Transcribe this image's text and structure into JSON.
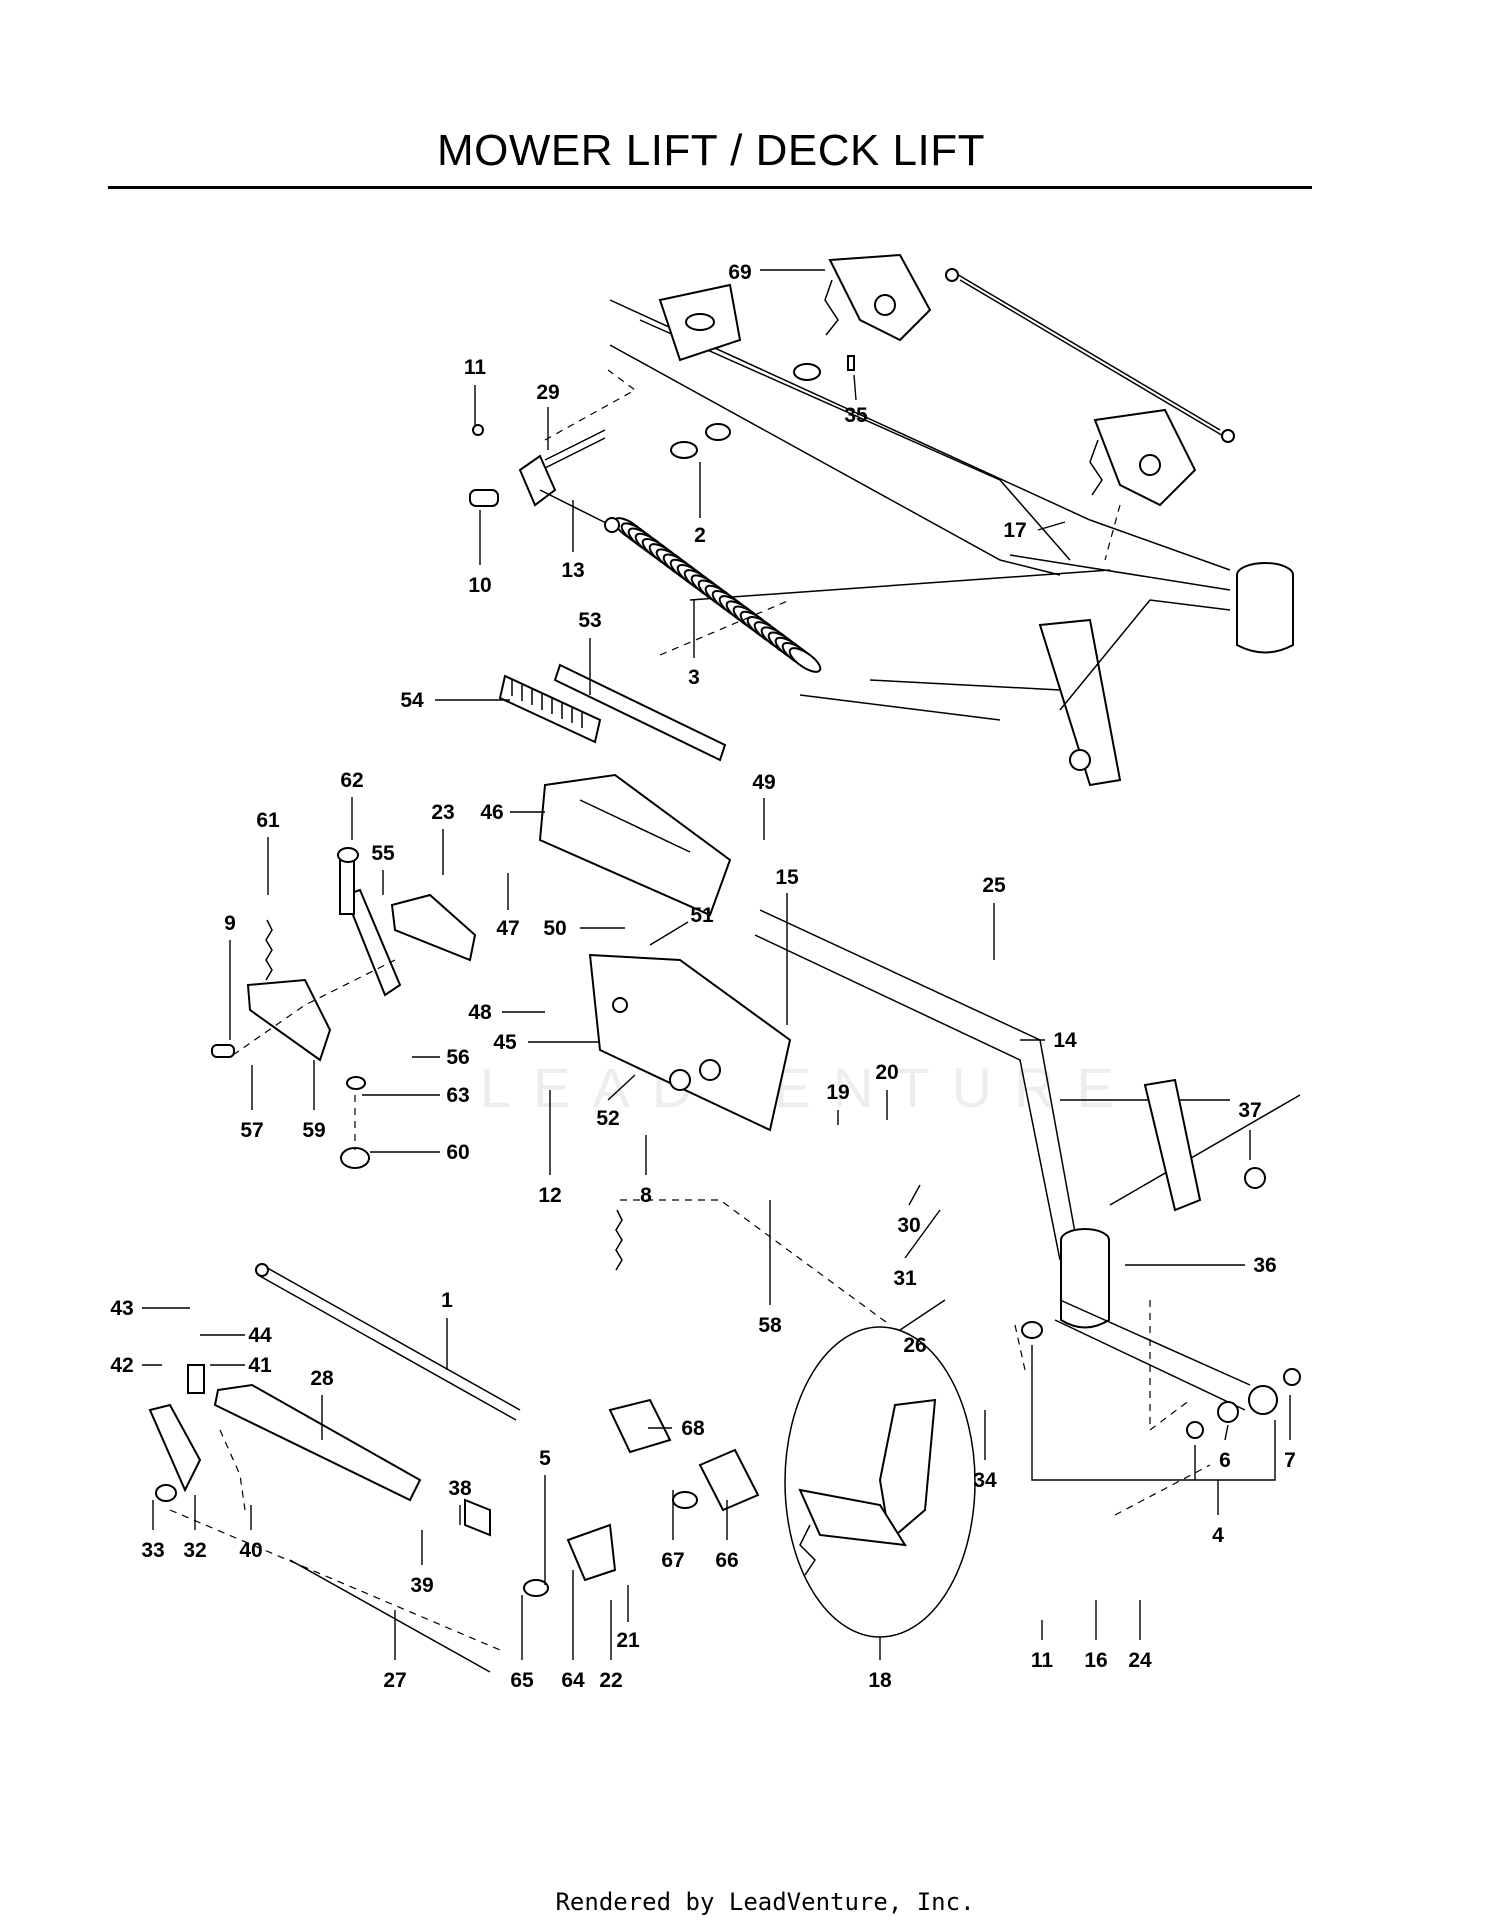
{
  "page": {
    "title": "MOWER LIFT / DECK LIFT",
    "footer": "Rendered by LeadVenture, Inc.",
    "watermark": "LEADVENTURE"
  },
  "callouts": [
    "1",
    "2",
    "3",
    "4",
    "5",
    "6",
    "7",
    "8",
    "9",
    "10",
    "11",
    "12",
    "13",
    "14",
    "15",
    "16",
    "17",
    "18",
    "19",
    "20",
    "21",
    "22",
    "23",
    "24",
    "25",
    "26",
    "27",
    "28",
    "29",
    "30",
    "31",
    "32",
    "33",
    "34",
    "35",
    "36",
    "37",
    "38",
    "39",
    "40",
    "41",
    "42",
    "43",
    "44",
    "45",
    "46",
    "47",
    "48",
    "49",
    "50",
    "51",
    "52",
    "53",
    "54",
    "55",
    "56",
    "57",
    "58",
    "59",
    "60",
    "61",
    "62",
    "63",
    "64",
    "65",
    "66",
    "67",
    "68",
    "69"
  ]
}
